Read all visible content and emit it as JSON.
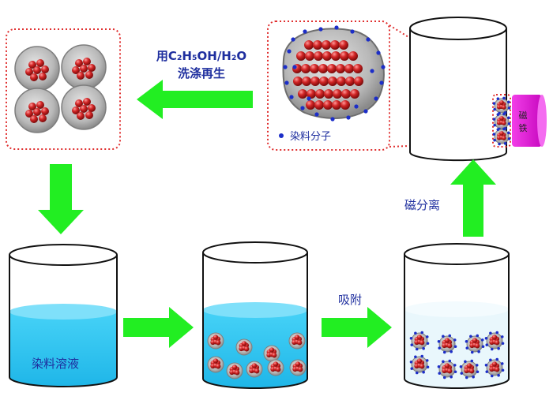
{
  "colors": {
    "arrow": "#22ee22",
    "dye_solution": "#26c3ef",
    "particle_core": "#cc2222",
    "dye_molecule": "#1c2ec8",
    "magnet": "#ea12e0",
    "label": "#1f2f9f"
  },
  "labels": {
    "beaker1": "染料溶液",
    "adsorb": "吸附",
    "magnetic_separation": "磁分离",
    "magnet": [
      "磁",
      "铁"
    ],
    "dye_molecule_legend": "染料分子",
    "wash_formula": "用C₂H₅OH/H₂O",
    "wash_text": "洗涤再生"
  }
}
